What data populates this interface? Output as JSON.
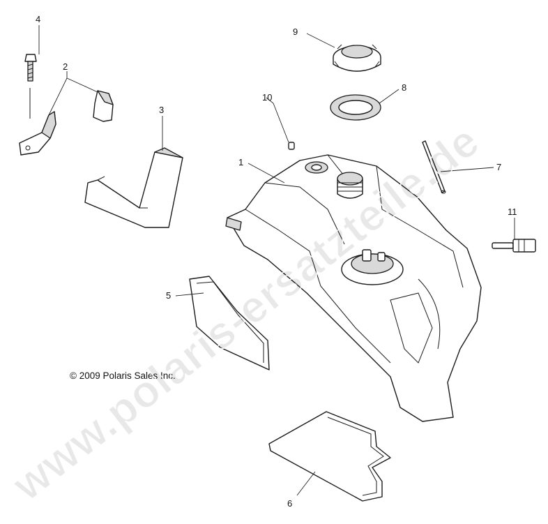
{
  "diagram": {
    "callouts": [
      "1",
      "2",
      "3",
      "4",
      "5",
      "6",
      "7",
      "8",
      "9",
      "10",
      "11"
    ],
    "copyright": "© 2009 Polaris Sales Inc.",
    "watermark": "www.polaris-ersatzteile.de"
  }
}
